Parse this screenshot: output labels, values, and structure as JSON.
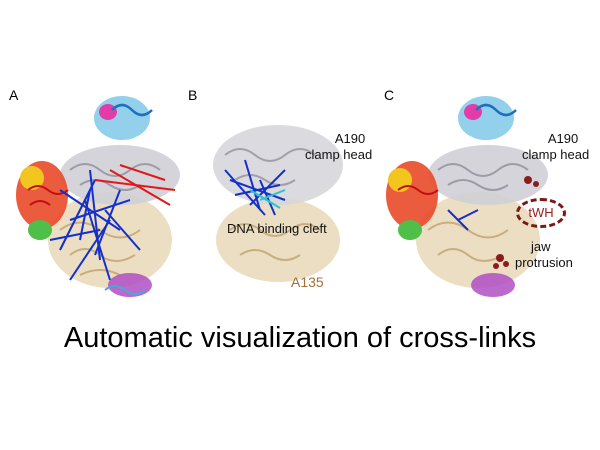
{
  "panels": {
    "a": {
      "letter": "A"
    },
    "b": {
      "letter": "B",
      "labels": {
        "a190": "A190",
        "clamp_head": "clamp head",
        "dna_cleft": "DNA binding cleft",
        "a135": "A135"
      }
    },
    "c": {
      "letter": "C",
      "labels": {
        "a190": "A190",
        "clamp_head": "clamp head",
        "twh": "tWH",
        "jaw": "jaw",
        "protrusion": "protrusion"
      }
    }
  },
  "caption": {
    "title": "Automatic visualization of cross-links"
  },
  "colors": {
    "crosslink_blue": "#1530c8",
    "crosslink_red": "#e01818",
    "a190_gray": "#c4c4cc",
    "a135_tan": "#e2cfa8",
    "highlight_red": "#8a1c1c"
  }
}
